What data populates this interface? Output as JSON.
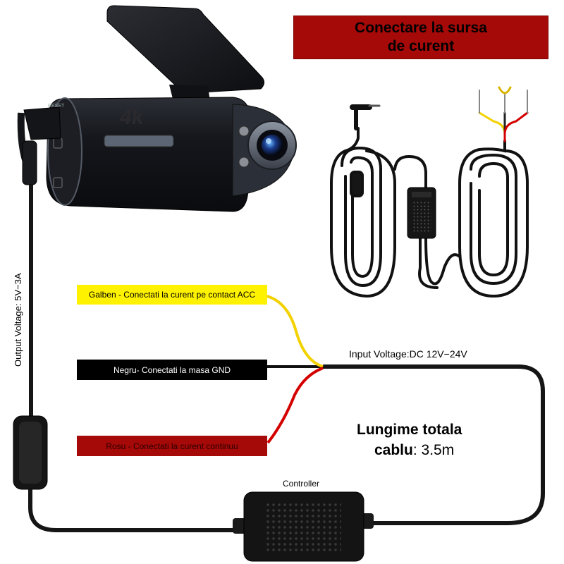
{
  "banner": {
    "line1": "Conectare la sursa",
    "line2": "de curent"
  },
  "labels": {
    "yellow": "Galben - Conectati la curent pe contact ACC",
    "black": "Negru- Conectati la masa GND",
    "red": "Rosu - Conectati la curent continuu"
  },
  "output_voltage": "Output Voltage: 5V−3A",
  "input_voltage": "Input Voltage:DC 12V−24V",
  "controller": "Controller",
  "length": {
    "title": "Lungime totala",
    "label": "cablu",
    "value": ": 3.5m"
  },
  "camera": {
    "resolution": "4k",
    "reset": "RESET"
  },
  "colors": {
    "banner": "#a50a08",
    "yellow_wire": "#f2d200",
    "red_wire": "#d40000",
    "black_wire": "#111111",
    "yellow_box": "#fff200"
  },
  "icons": [
    "dashcam-icon",
    "cable-kit-icon",
    "controller-icon"
  ]
}
